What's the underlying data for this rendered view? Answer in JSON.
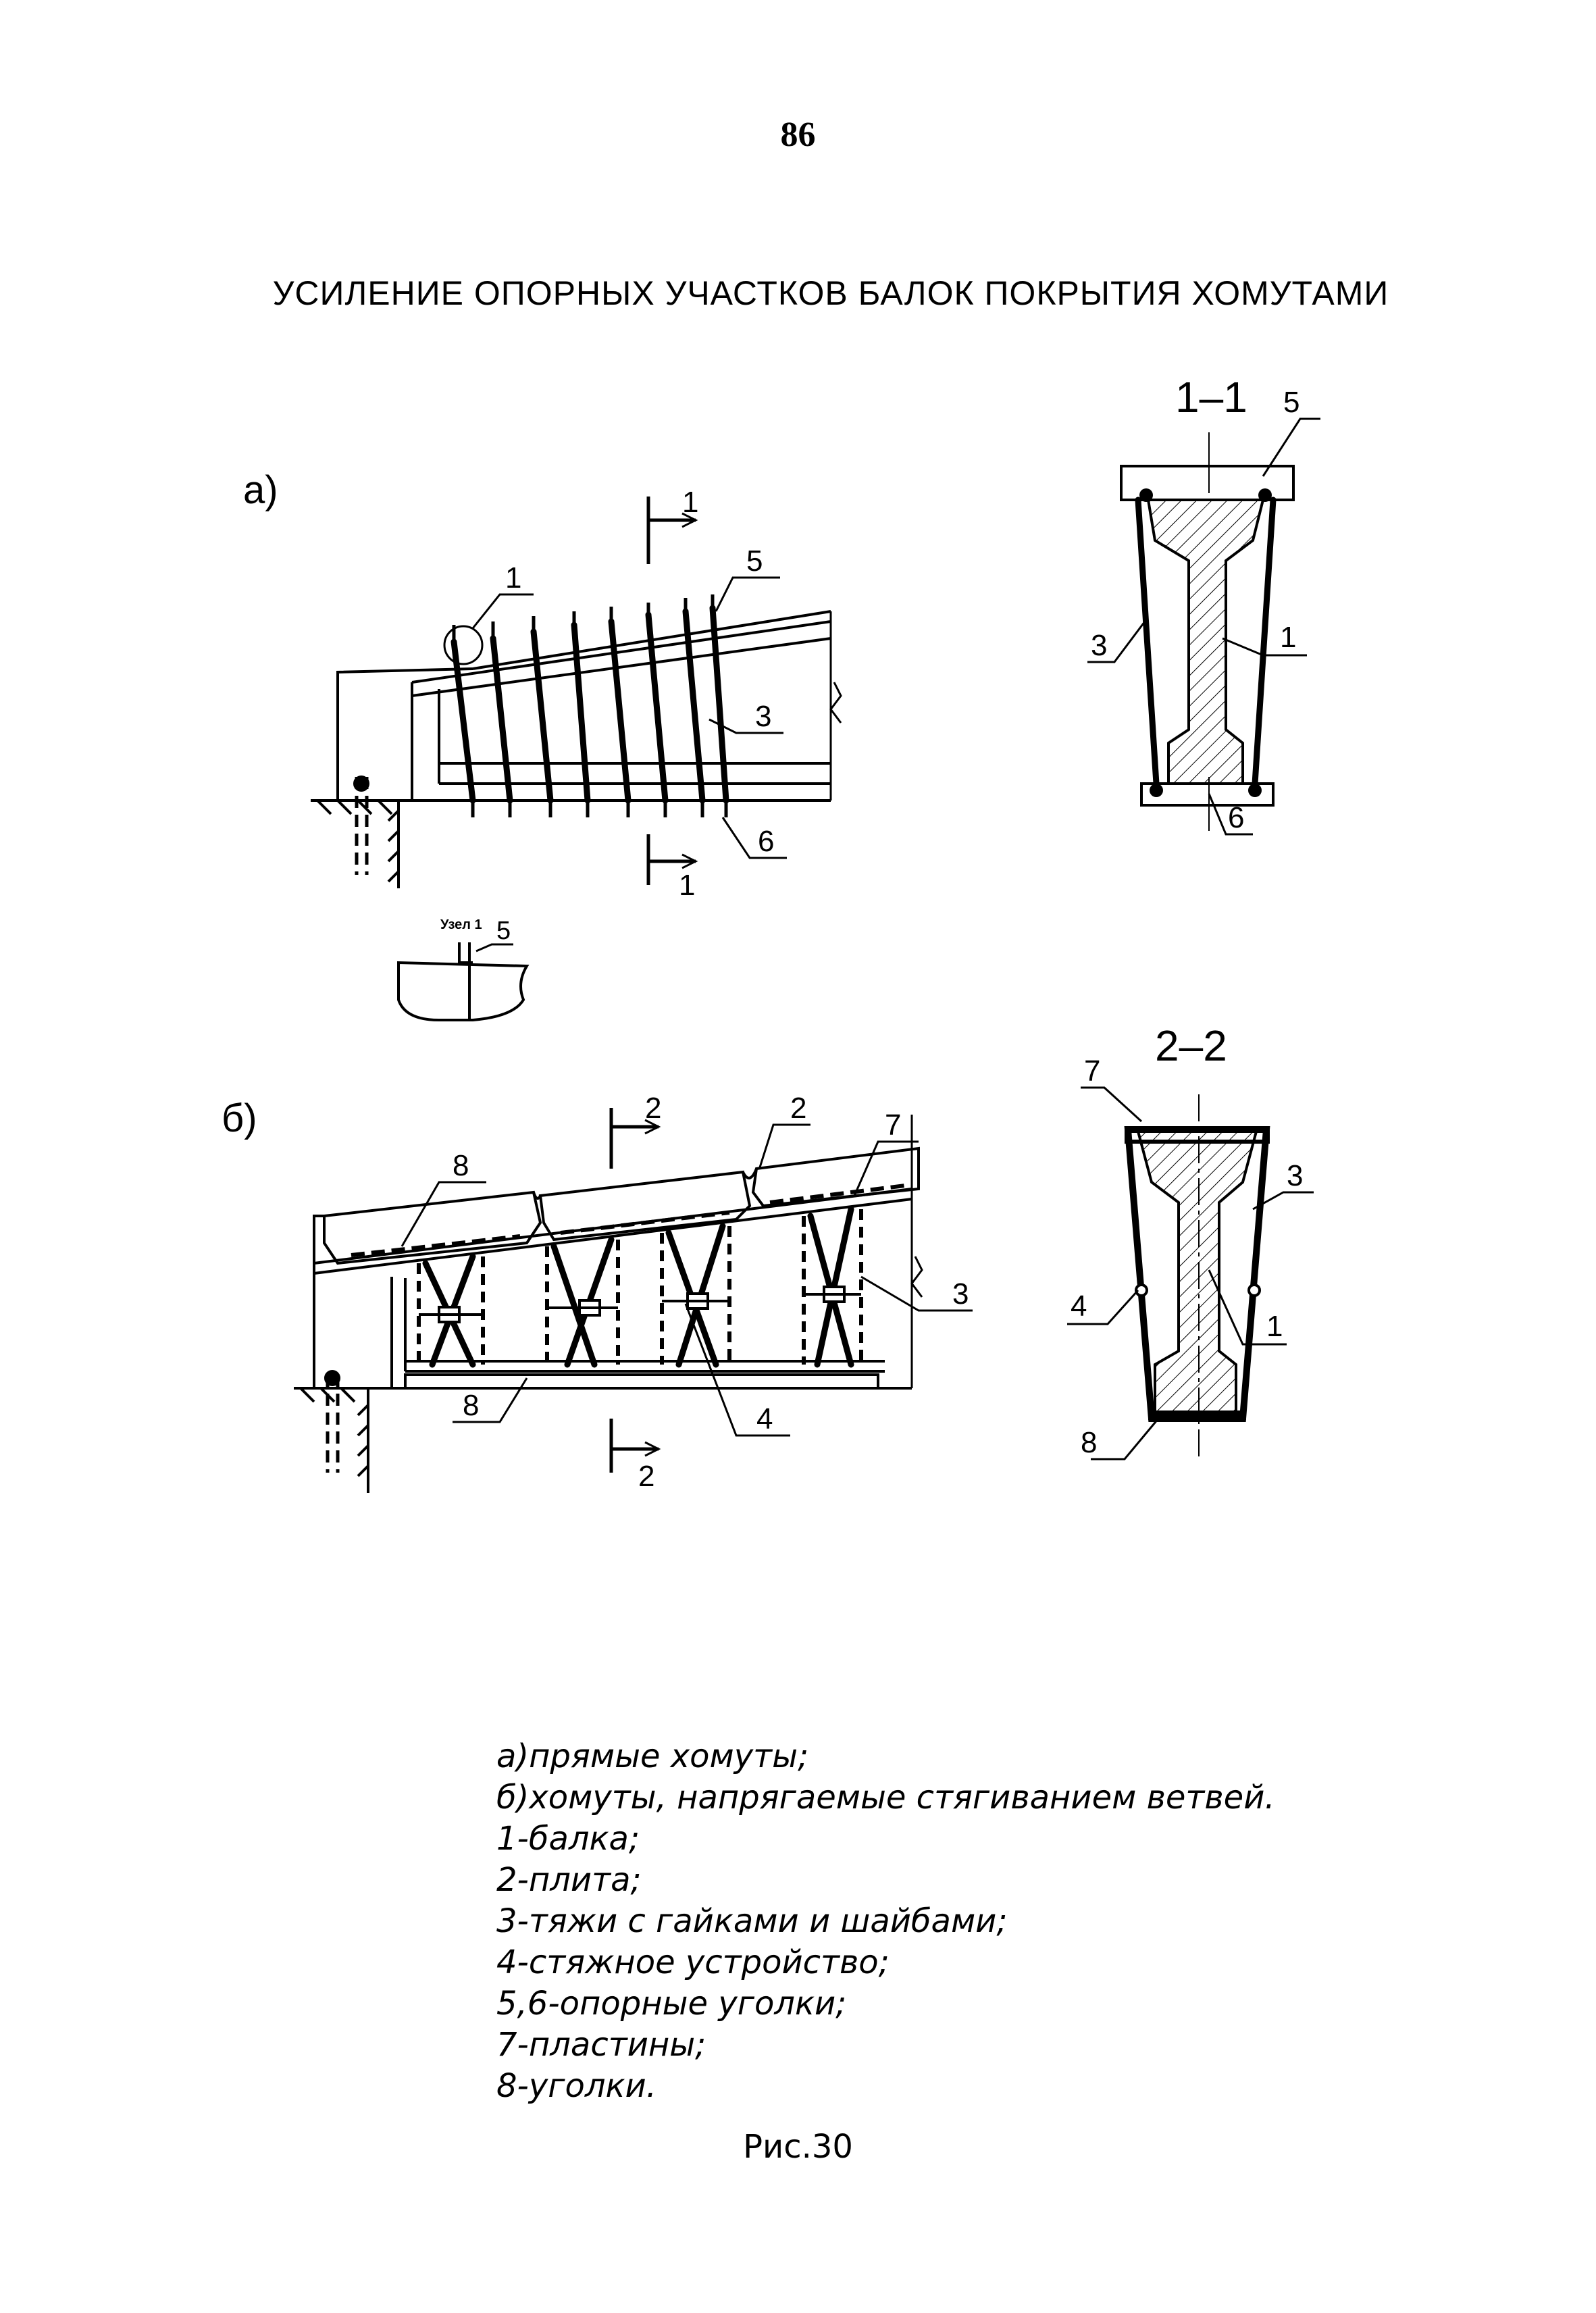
{
  "page_number": "86",
  "title": "УСИЛЕНИЕ ОПОРНЫХ УЧАСТКОВ БАЛОК ПОКРЫТИЯ ХОМУТАМИ",
  "views": {
    "a": {
      "marker": "а)",
      "section_top": "1",
      "section_bottom": "1",
      "callouts": {
        "node": "1",
        "angle_top": "5",
        "rod": "3",
        "angle_bottom": "6"
      }
    },
    "node1": {
      "title": "Узел 1",
      "callout": "5"
    },
    "section_1_1": {
      "title": "1–1",
      "callouts": {
        "angle_top": "5",
        "rod": "3",
        "beam": "1",
        "angle_bottom": "6"
      }
    },
    "b": {
      "marker": "б)",
      "section_top": "2",
      "section_bottom": "2",
      "callouts": {
        "slab": "2",
        "plate": "7",
        "angle_top": "8",
        "rod": "3",
        "angle_bottom": "8",
        "tensioner": "4"
      }
    },
    "section_2_2": {
      "title": "2–2",
      "callouts": {
        "plate": "7",
        "rod": "3",
        "tensioner": "4",
        "beam": "1",
        "angle": "8"
      }
    }
  },
  "legend": [
    "а)прямые хомуты;",
    "б)хомуты, напрягаемые стягиванием ветвей.",
    "1-балка;",
    "2-плита;",
    "3-тяжи с гайками и шайбами;",
    "4-стяжное устройство;",
    "5,6-опорные уголки;",
    "7-пластины;",
    "8-уголки."
  ],
  "caption": "Рис.30"
}
